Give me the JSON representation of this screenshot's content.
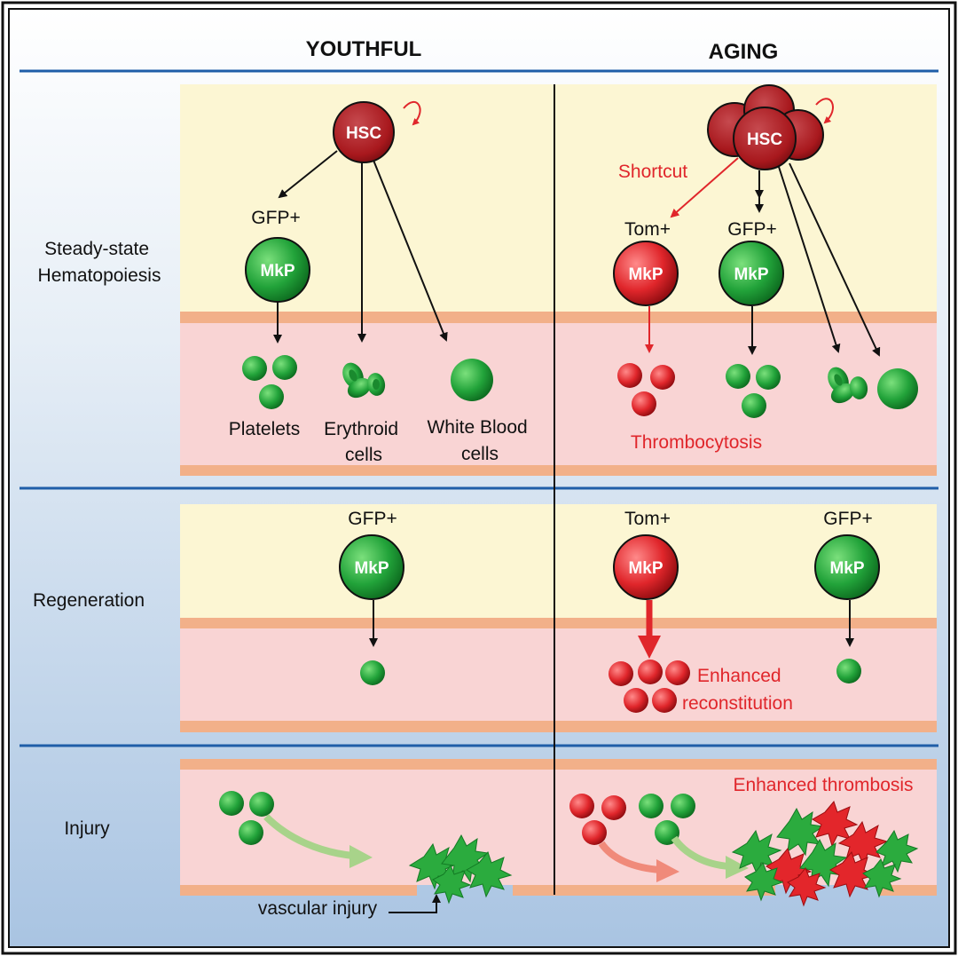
{
  "headers": {
    "youthful": "YOUTHFUL",
    "aging": "AGING"
  },
  "rows": {
    "steady_state": [
      "Steady-state",
      "Hematopoiesis"
    ],
    "regeneration": "Regeneration",
    "injury": "Injury"
  },
  "cells": {
    "hsc": "HSC",
    "mkp": "MkP"
  },
  "markers": {
    "gfp": "GFP+",
    "tom": "Tom+"
  },
  "youthful_steady": {
    "platelets": "Platelets",
    "erythroid": [
      "Erythroid",
      "cells"
    ],
    "wbc": [
      "White Blood",
      "cells"
    ]
  },
  "aging_steady": {
    "shortcut": "Shortcut",
    "thrombocytosis": "Thrombocytosis"
  },
  "aging_regen": {
    "enhanced": [
      "Enhanced",
      "reconstitution"
    ]
  },
  "injury": {
    "vascular_injury": "vascular injury",
    "enhanced_thrombosis": "Enhanced thrombosis"
  },
  "colors": {
    "hsc": "#a8181d",
    "mkp_green": "#22a33a",
    "mkp_red": "#e0262b",
    "highlight": "#e0262b",
    "divider_blue": "#1f5ea8",
    "yellow_band": "#fcf6d3",
    "pink_band": "#f9d4d4",
    "orange_band": "#f2b089"
  }
}
